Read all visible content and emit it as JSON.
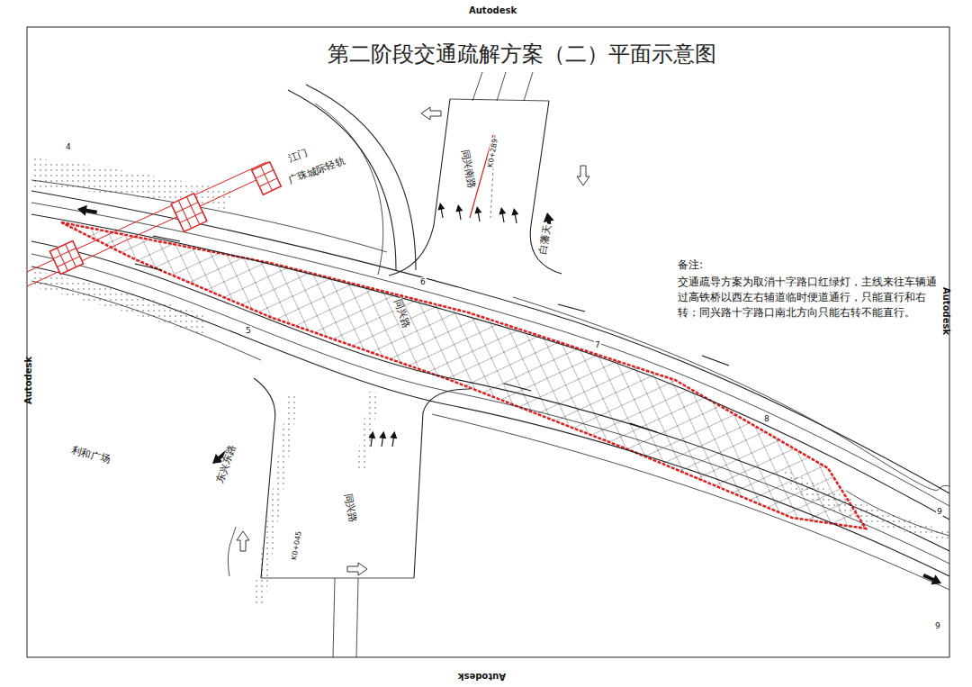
{
  "diagram": {
    "title": "第二阶段交通疏解方案（二）平面示意图",
    "labels": [
      "Autodesk",
      "Autodesk",
      "Autodesk",
      "Autodesk",
      "江门",
      "广珠城际轻轨",
      "同兴南路",
      "白藩天",
      "备注:",
      "交通疏导方案为取消十字路口红绿灯，主线来往车辆通过高铁桥以西左右辅道临时便道通行，只能直行和右转；同兴路十字路口南北方向只能右转不能直行。",
      "利和广场",
      "东兴东路",
      "同兴路",
      "同兴路",
      "4",
      "6",
      "7",
      "8",
      "5",
      "9",
      "9",
      "K0+289",
      "K0+045"
    ]
  }
}
